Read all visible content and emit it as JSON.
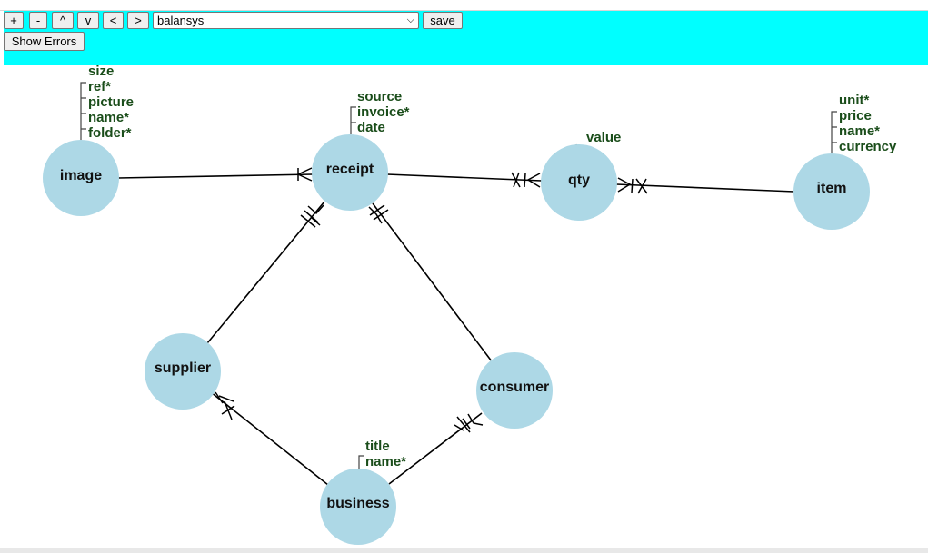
{
  "toolbar": {
    "buttons": [
      "+",
      "-",
      "^",
      "v",
      "<",
      ">"
    ],
    "select_value": "balansys",
    "save_label": "save",
    "show_errors_label": "Show Errors",
    "background": "#00ffff"
  },
  "diagram": {
    "node_color": "#add8e6",
    "attr_color": "#1a4d1a",
    "nodes": [
      {
        "id": "image",
        "label": "image",
        "attributes": [
          "size",
          "ref*",
          "picture",
          "name*",
          "folder*"
        ]
      },
      {
        "id": "receipt",
        "label": "receipt",
        "attributes": [
          "source",
          "invoice*",
          "date"
        ]
      },
      {
        "id": "qty",
        "label": "qty",
        "attributes": [
          "value"
        ]
      },
      {
        "id": "item",
        "label": "item",
        "attributes": [
          "unit*",
          "price",
          "name*",
          "currency"
        ]
      },
      {
        "id": "supplier",
        "label": "supplier",
        "attributes": []
      },
      {
        "id": "consumer",
        "label": "consumer",
        "attributes": []
      },
      {
        "id": "business",
        "label": "business",
        "attributes": [
          "title",
          "name*"
        ]
      }
    ],
    "relations": [
      {
        "from": "image",
        "to": "receipt"
      },
      {
        "from": "receipt",
        "to": "qty"
      },
      {
        "from": "qty",
        "to": "item"
      },
      {
        "from": "receipt",
        "to": "supplier"
      },
      {
        "from": "receipt",
        "to": "consumer"
      },
      {
        "from": "supplier",
        "to": "business"
      },
      {
        "from": "consumer",
        "to": "business"
      }
    ]
  }
}
